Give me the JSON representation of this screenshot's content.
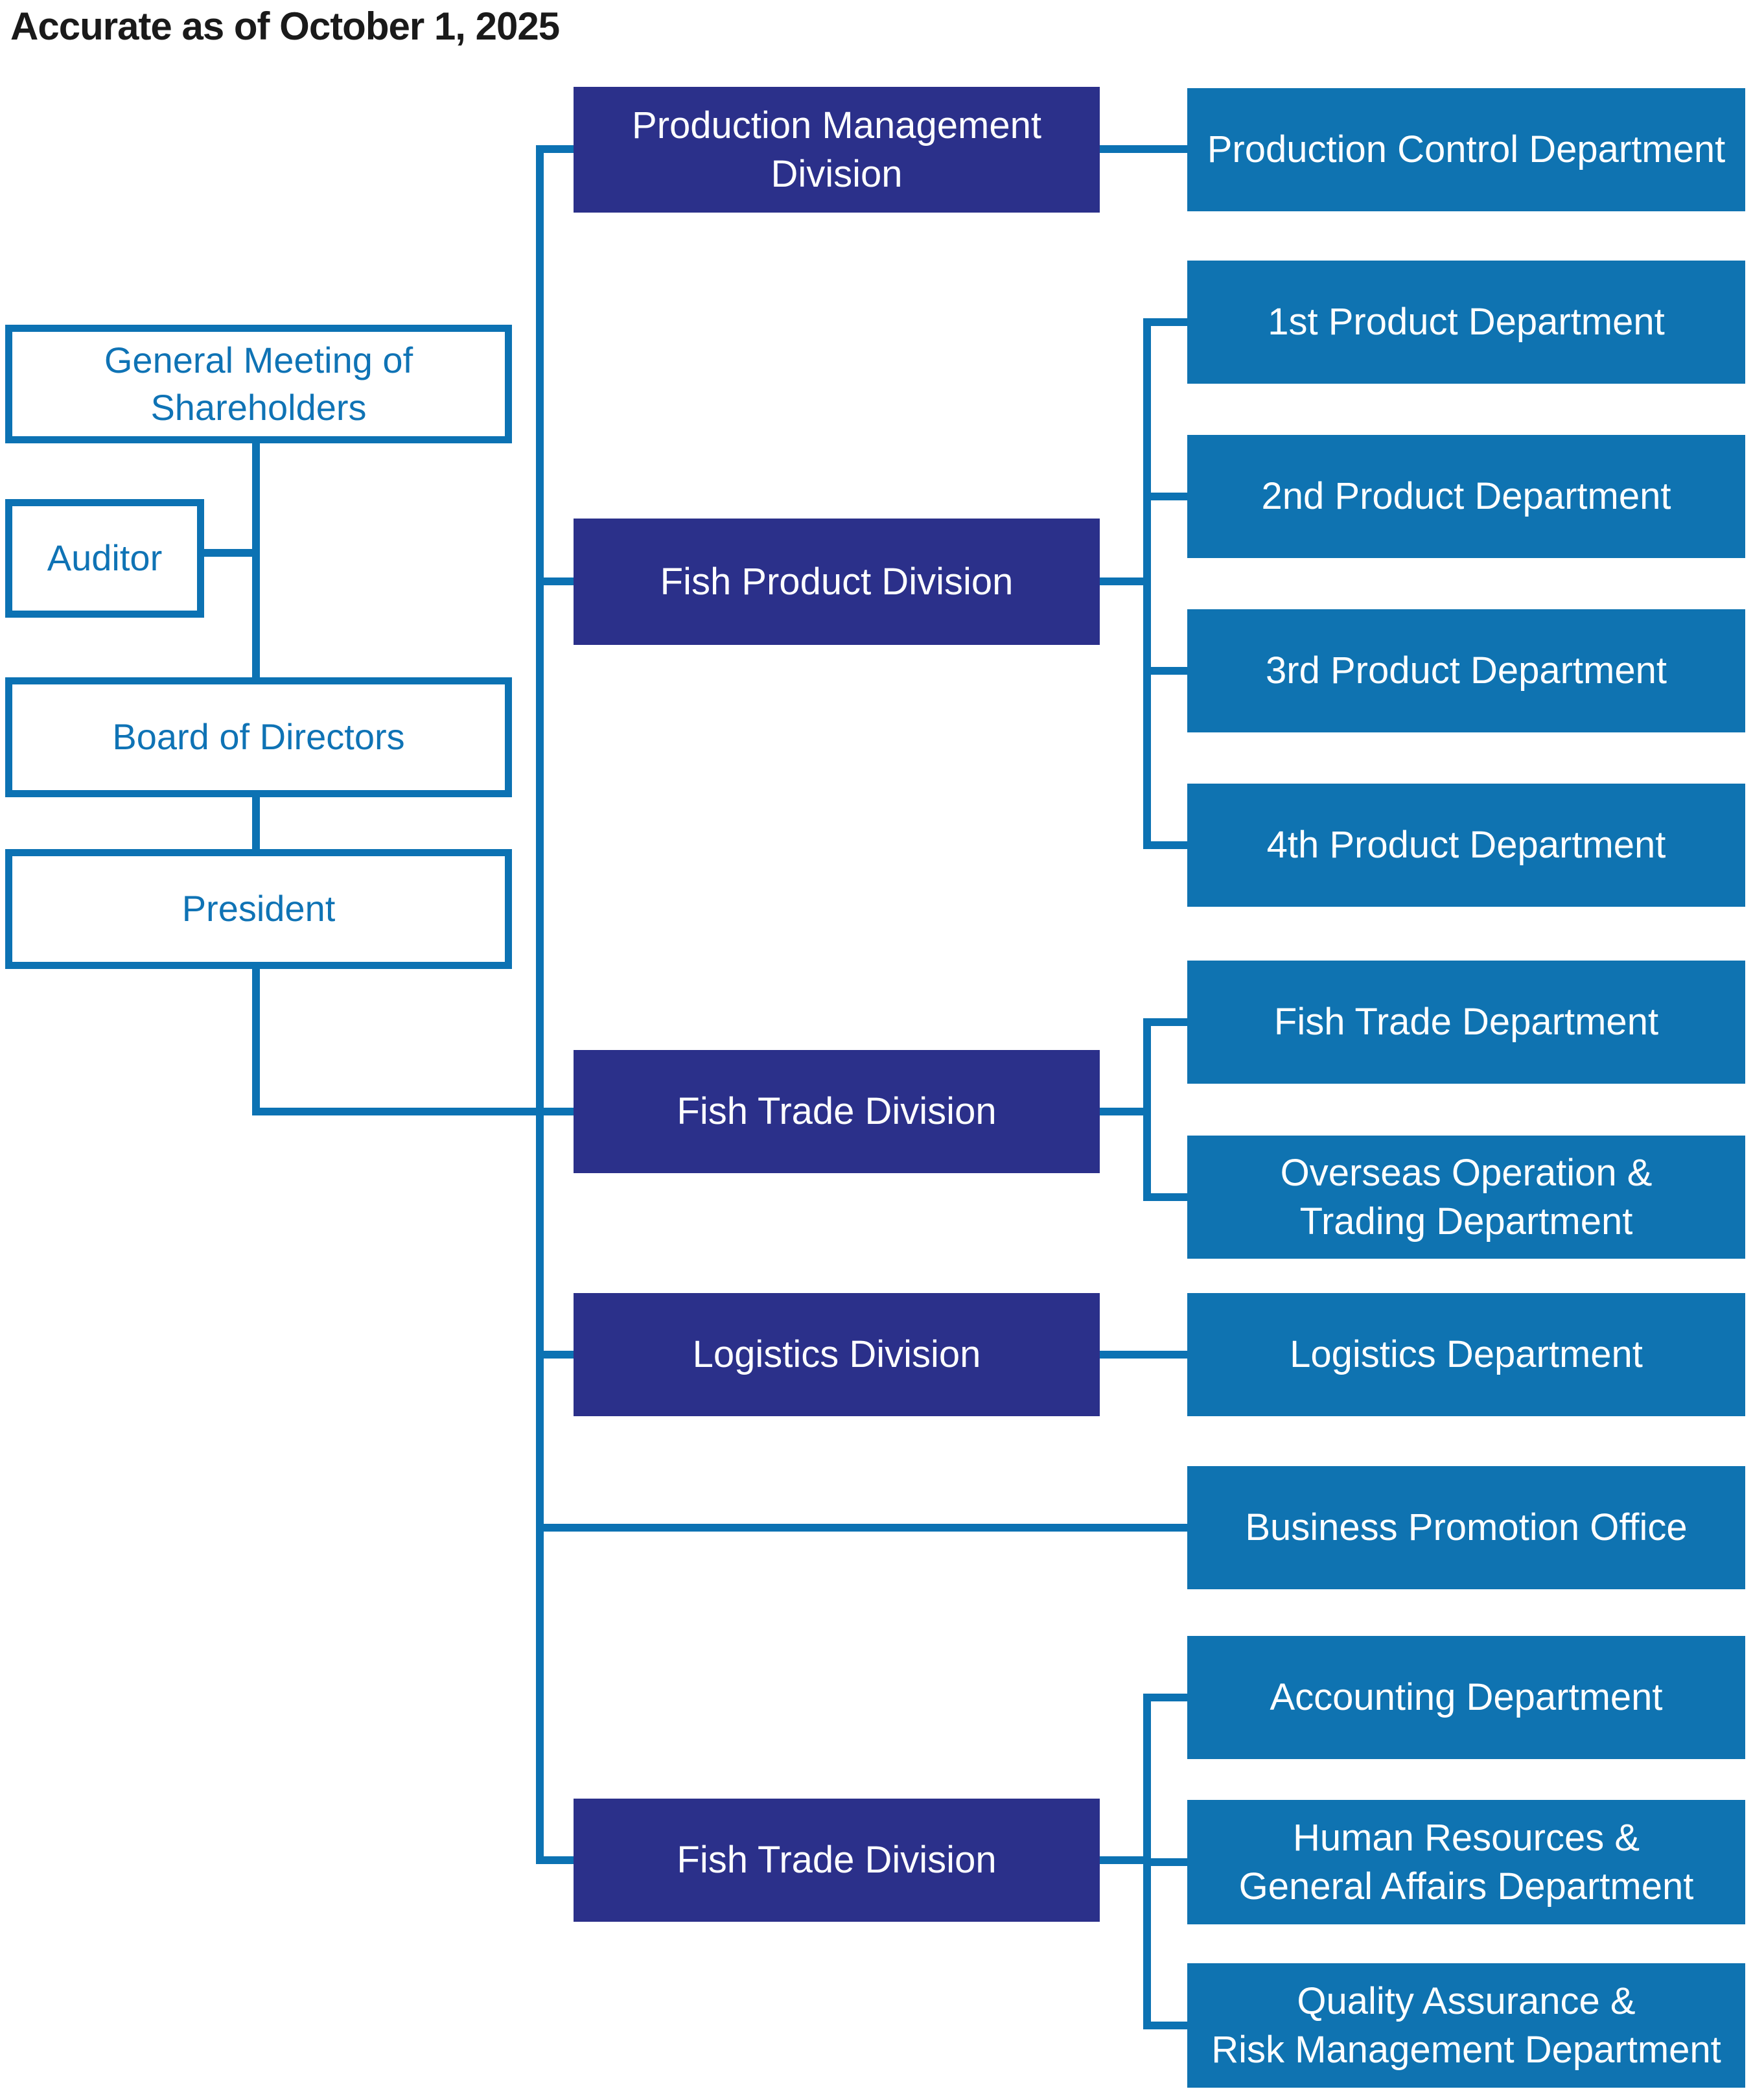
{
  "title": "Accurate as of October 1, 2025",
  "colors": {
    "line_color": "#0c72b3",
    "division_fill": "#2b308a",
    "department_fill": "#0f73b1",
    "gov_text": "#0f73b5",
    "node_text": "#ffffff",
    "title_text": "#1a1a1a",
    "page_bg": "#ffffff"
  },
  "nodes": {
    "general_meeting": {
      "lines": [
        "General Meeting of",
        "Shareholders"
      ]
    },
    "auditor": {
      "lines": [
        "Auditor"
      ]
    },
    "board_of_directors": {
      "lines": [
        "Board of Directors"
      ]
    },
    "president": {
      "lines": [
        "President"
      ]
    },
    "production_management_division": {
      "lines": [
        "Production Management",
        "Division"
      ]
    },
    "fish_product_division": {
      "lines": [
        "Fish Product Division"
      ]
    },
    "fish_trade_division_1": {
      "lines": [
        "Fish Trade Division"
      ]
    },
    "logistics_division": {
      "lines": [
        "Logistics Division"
      ]
    },
    "fish_trade_division_2": {
      "lines": [
        "Fish Trade Division"
      ]
    },
    "production_control_department": {
      "lines": [
        "Production Control Department"
      ]
    },
    "product_department_1": {
      "lines": [
        "1st Product Department"
      ]
    },
    "product_department_2": {
      "lines": [
        "2nd Product Department"
      ]
    },
    "product_department_3": {
      "lines": [
        "3rd Product Department"
      ]
    },
    "product_department_4": {
      "lines": [
        "4th Product Department"
      ]
    },
    "fish_trade_department": {
      "lines": [
        "Fish Trade Department"
      ]
    },
    "overseas_operation_trading_department": {
      "lines": [
        "Overseas Operation &",
        "Trading Department"
      ]
    },
    "logistics_department": {
      "lines": [
        "Logistics Department"
      ]
    },
    "business_promotion_office": {
      "lines": [
        "Business Promotion Office"
      ]
    },
    "accounting_department": {
      "lines": [
        "Accounting Department"
      ]
    },
    "hr_general_affairs_department": {
      "lines": [
        "Human Resources &",
        "General Affairs Department"
      ]
    },
    "qa_risk_management_department": {
      "lines": [
        "Quality Assurance &",
        "Risk Management Department"
      ]
    }
  },
  "edges": [
    {
      "from": "general_meeting",
      "to": "auditor"
    },
    {
      "from": "general_meeting",
      "to": "board_of_directors"
    },
    {
      "from": "board_of_directors",
      "to": "president"
    },
    {
      "from": "president",
      "to": "production_management_division"
    },
    {
      "from": "president",
      "to": "fish_product_division"
    },
    {
      "from": "president",
      "to": "fish_trade_division_1"
    },
    {
      "from": "president",
      "to": "logistics_division"
    },
    {
      "from": "president",
      "to": "business_promotion_office"
    },
    {
      "from": "president",
      "to": "fish_trade_division_2"
    },
    {
      "from": "production_management_division",
      "to": "production_control_department"
    },
    {
      "from": "fish_product_division",
      "to": "product_department_1"
    },
    {
      "from": "fish_product_division",
      "to": "product_department_2"
    },
    {
      "from": "fish_product_division",
      "to": "product_department_3"
    },
    {
      "from": "fish_product_division",
      "to": "product_department_4"
    },
    {
      "from": "fish_trade_division_1",
      "to": "fish_trade_department"
    },
    {
      "from": "fish_trade_division_1",
      "to": "overseas_operation_trading_department"
    },
    {
      "from": "logistics_division",
      "to": "logistics_department"
    },
    {
      "from": "fish_trade_division_2",
      "to": "accounting_department"
    },
    {
      "from": "fish_trade_division_2",
      "to": "hr_general_affairs_department"
    },
    {
      "from": "fish_trade_division_2",
      "to": "qa_risk_management_department"
    }
  ]
}
